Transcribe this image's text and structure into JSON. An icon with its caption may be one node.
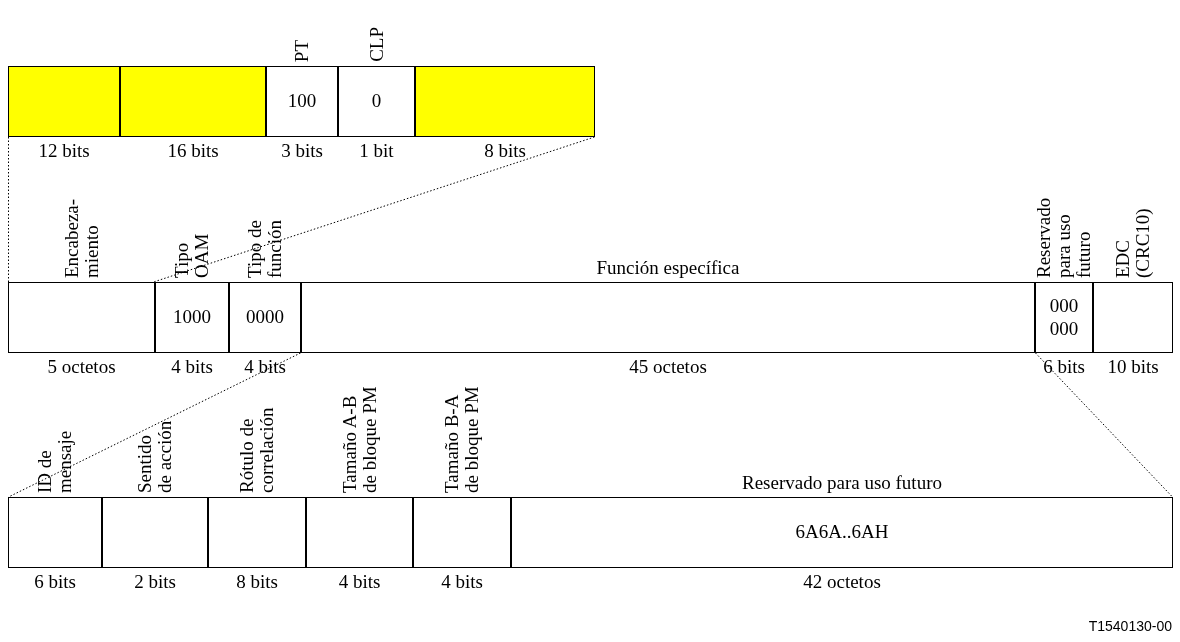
{
  "diagram": {
    "nodes": [
      {
        "text": [],
        "shape": "box",
        "beside": [
          "12 bits"
        ]
      },
      {
        "text": [],
        "shape": "box",
        "beside": [
          "16 bits"
        ]
      },
      {
        "text": [
          "PT",
          "100"
        ],
        "beside": [
          "3 bits"
        ]
      },
      {
        "text": [
          "CLP",
          "0"
        ],
        "beside": [
          "1 bit"
        ]
      },
      {
        "text": [],
        "shape": "box",
        "beside": [
          "8 bits"
        ]
      },
      {
        "text": [
          "Encabeza- miento"
        ],
        "beside": [
          "5 octetos"
        ]
      },
      {
        "text": [
          "Tipo OAM",
          "1000"
        ],
        "beside": [
          "4 bits"
        ]
      },
      {
        "text": [
          "Tipo de función",
          "0000"
        ],
        "beside": [
          "4 bits"
        ]
      },
      {
        "text": [
          "Función específica"
        ],
        "beside": [
          "45 octetos"
        ]
      },
      {
        "text": [
          "Reservado para uso futuro",
          "000 000"
        ],
        "beside": [
          "6 bits"
        ]
      },
      {
        "text": [
          "EDC (CRC10)"
        ],
        "beside": [
          "10 bits"
        ]
      },
      {
        "text": [
          "ID de mensaje"
        ],
        "beside": [
          "6 bits"
        ]
      },
      {
        "text": [
          "Sentido de acción"
        ],
        "beside": [
          "2 bits"
        ]
      },
      {
        "text": [
          "Rótulo de correlación"
        ],
        "beside": [
          "8 bits"
        ]
      },
      {
        "text": [
          "Tamaño A-B de bloque PM"
        ],
        "beside": [
          "4 bits"
        ]
      },
      {
        "text": [
          "Tamaño B-A de bloque PM"
        ],
        "beside": [
          "4 bits"
        ]
      },
      {
        "text": [
          "Reservado para uso futuro",
          "6A6A..6AH"
        ],
        "beside": [
          "42 octetos"
        ]
      }
    ],
    "edges": [
      {
        "from": 0,
        "to": 5,
        "arrow": "none",
        "style": "dashed"
      },
      {
        "from": 4,
        "to": 5,
        "arrow": "none",
        "style": "dashed"
      },
      {
        "from": 7,
        "to": 11,
        "arrow": "none",
        "style": "dashed"
      },
      {
        "from": 9,
        "to": 16,
        "arrow": "none",
        "style": "dashed"
      }
    ],
    "labels": [
      "T1540130-00"
    ]
  }
}
